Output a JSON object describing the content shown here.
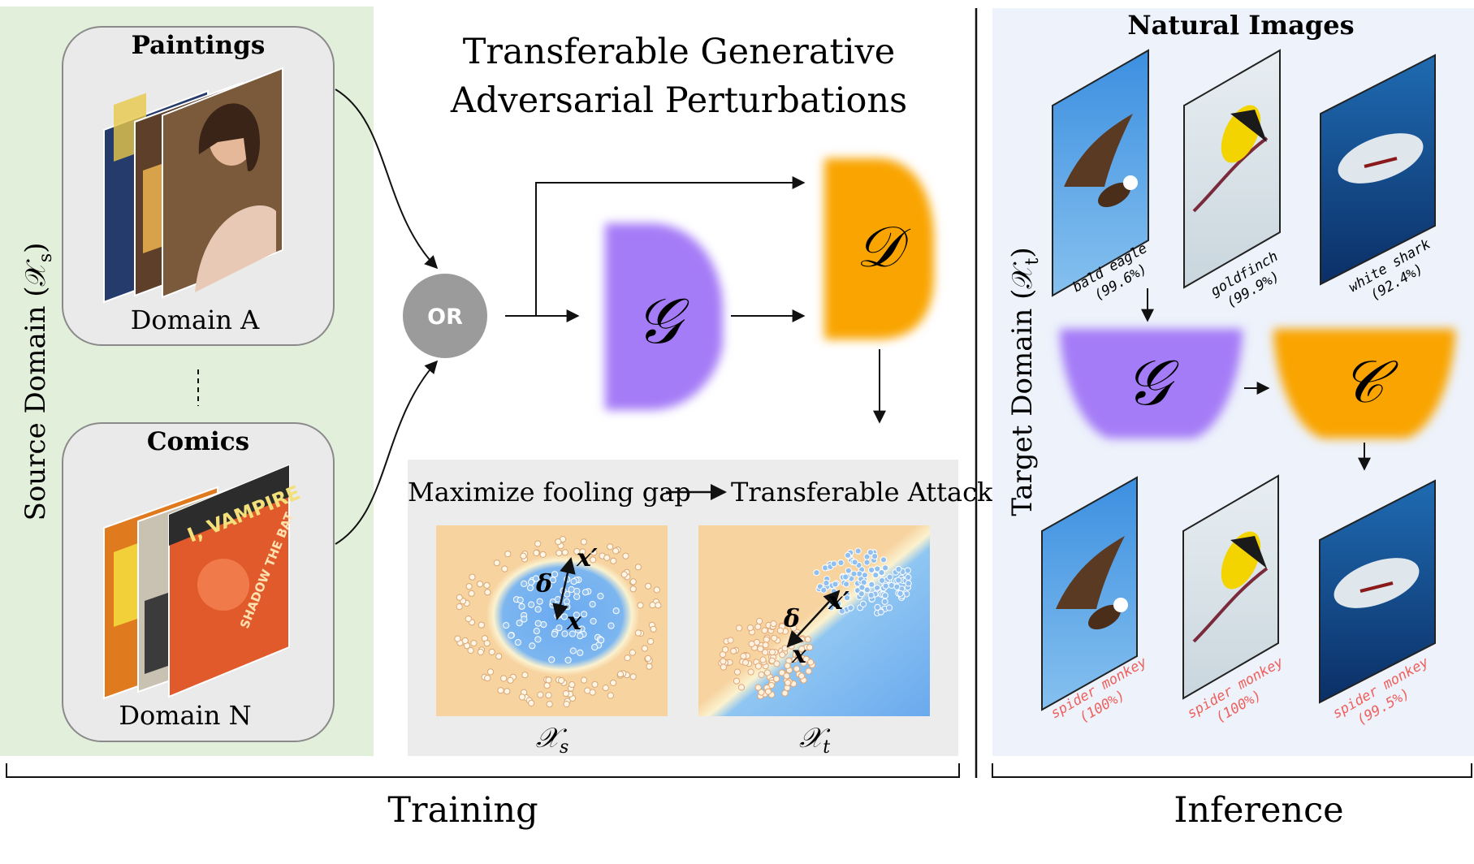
{
  "title": {
    "line1": "Transferable Generative",
    "line2": "Adversarial Perturbations"
  },
  "source_domain": {
    "label": "Source Domain (𝒳",
    "label_sub": "s",
    "label_close": ")",
    "group_a": {
      "heading": "Paintings",
      "caption": "Domain A"
    },
    "group_n": {
      "heading": "Comics",
      "caption": "Domain N"
    },
    "comic_cover_text": "I, VAMPIRE",
    "comic_side_text": "SHADOW THE BAT"
  },
  "or_node": "OR",
  "generator_symbol": "𝒢",
  "discriminator_symbol": "𝒟",
  "classifier_symbol": "𝒞",
  "fooling_panel": {
    "left_text": "Maximize fooling gap",
    "right_text": "Transferable Attack",
    "source_space": "𝒳",
    "source_space_sub": "s",
    "target_space": "𝒳",
    "target_space_sub": "t",
    "x": "x",
    "x_prime": "x′",
    "delta": "δ"
  },
  "target_domain": {
    "label": "Target Domain (𝒳",
    "label_sub": "t",
    "label_close": ")",
    "heading": "Natural Images",
    "clean": [
      {
        "name": "bald eagle",
        "score": "(99.6%)"
      },
      {
        "name": "goldfinch",
        "score": "(99.9%)"
      },
      {
        "name": "white shark",
        "score": "(92.4%)"
      }
    ],
    "adversarial": [
      {
        "name": "spider monkey",
        "score": "(100%)"
      },
      {
        "name": "spider monkey",
        "score": "(100%)"
      },
      {
        "name": "spider monkey",
        "score": "(99.5%)"
      }
    ]
  },
  "phases": {
    "training": "Training",
    "inference": "Inference"
  },
  "colors": {
    "source_bg": "#e2efdb",
    "target_bg": "#edf2fb",
    "generator": "#a57cf7",
    "discriminator": "#f9a400",
    "or_node": "#9b9b9b",
    "panel_bg": "#ececec",
    "adv_label": "#f0605c"
  }
}
